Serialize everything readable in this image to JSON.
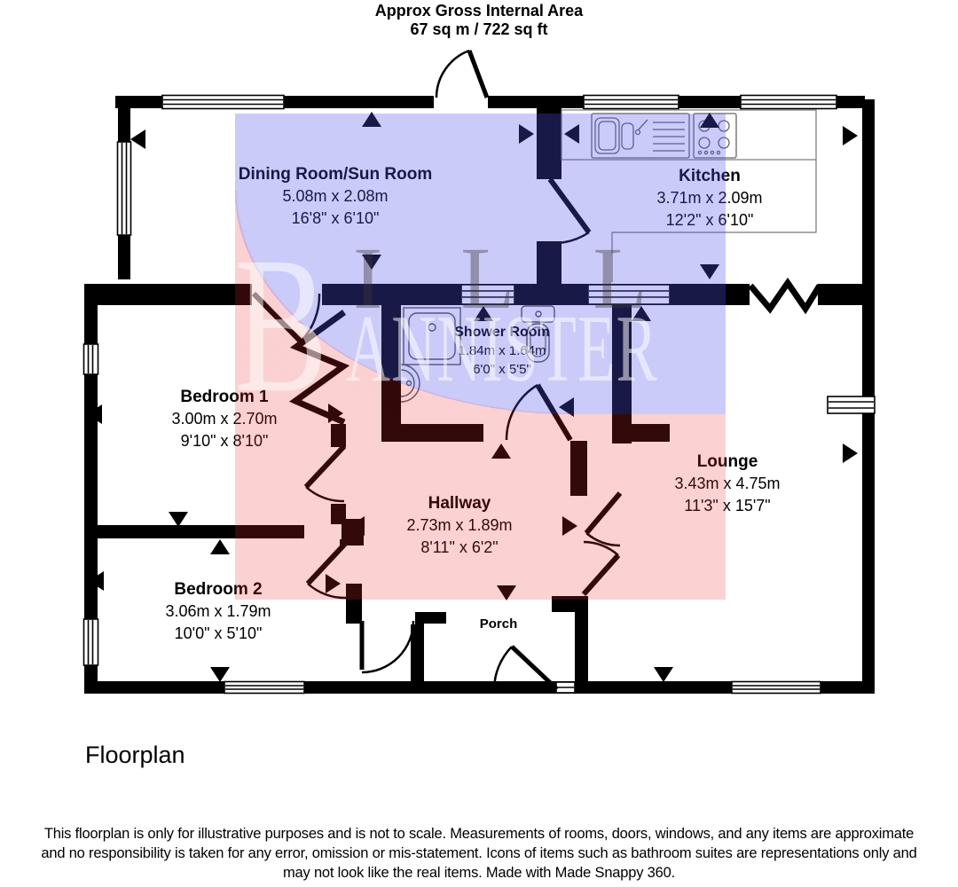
{
  "header": {
    "line1": "Approx Gross Internal Area",
    "line2": "67 sq m / 722 sq ft"
  },
  "rooms": {
    "dining": {
      "name": "Dining Room/Sun Room",
      "metric": "5.08m x 2.08m",
      "imperial": "16'8\" x 6'10\""
    },
    "kitchen": {
      "name": "Kitchen",
      "metric": "3.71m x 2.09m",
      "imperial": "12'2\" x 6'10\""
    },
    "shower": {
      "name": "Shower Room",
      "metric": "1.84m x 1.64m",
      "imperial": "6'0\" x 5'5\""
    },
    "bedroom1": {
      "name": "Bedroom 1",
      "metric": "3.00m x 2.70m",
      "imperial": "9'10\" x 8'10\""
    },
    "lounge": {
      "name": "Lounge",
      "metric": "3.43m x 4.75m",
      "imperial": "11'3\" x 15'7\""
    },
    "hallway": {
      "name": "Hallway",
      "metric": "2.73m x 1.89m",
      "imperial": "8'11\" x 6'2\""
    },
    "bedroom2": {
      "name": "Bedroom 2",
      "metric": "3.06m x 1.79m",
      "imperial": "10'0\" x 5'10\""
    },
    "porch": {
      "name": "Porch"
    }
  },
  "watermark": {
    "drop_cap": "B",
    "line1": "ILL",
    "line2": "ANNISTER"
  },
  "footer": {
    "caption": "Floorplan"
  },
  "disclaimer": {
    "line1": "This floorplan is only for illustrative purposes and is not to scale. Measurements of rooms, doors, windows, and any items are approximate",
    "line2": "and no responsibility is taken for any error, omission or mis-statement. Icons of items such as bathroom suites are representations only and",
    "line3": "may not look like the real items. Made with Made Snappy 360."
  },
  "colors": {
    "overlay_blue": "#5454ee",
    "overlay_pink": "#ee282d",
    "wall": "#000000"
  }
}
